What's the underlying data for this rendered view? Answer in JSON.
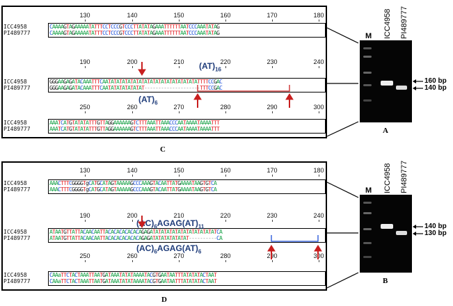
{
  "figure": {
    "panels": {
      "C": {
        "label": "C",
        "blocks": [
          {
            "ticks": [
              "130",
              "140",
              "150",
              "160",
              "170",
              "180"
            ],
            "rows": [
              {
                "name": "ICC4958",
                "seq": "CAAAAGTAGAAAAATATTTCCTCCCGTCCCTTATATAGAAATTTTTTAATCCCAAATATAG"
              },
              {
                "name": "PI489777",
                "seq": "CAAAAGTAGAAAAATATTTCCTCCCGTCCCTTATATAGAAATTTTTTAATCCCAAATATAG"
              }
            ]
          },
          {
            "ticks": [
              "190",
              "200",
              "210",
              "220",
              "230",
              "240"
            ],
            "rows": [
              {
                "name": "ICC4958",
                "seq": "GGGAAGAGATACAAATTTCAATATATATATATATATATATATATATATATATATTTTCCGAC"
              },
              {
                "name": "PI489777",
                "seq": "GGGAAGAGATACAAATTTCAATATATATATATAT--------------------TTTCCGAC"
              }
            ]
          },
          {
            "ticks": [
              "250",
              "260",
              "270",
              "280",
              "290",
              "300"
            ],
            "rows": [
              {
                "name": "ICC4958",
                "seq": "AAATCATGTATATATTTGTTAGGAAAAAAGTCTTTAAATTAAACCCAATAAAATAAAATTT"
              },
              {
                "name": "PI489777",
                "seq": "AAATCATGTATATATTTGTTAGGAAAAAAGTCTTTAAATTAAACCCAATAAAATAAAATTT"
              }
            ]
          }
        ],
        "annot_top": {
          "base": "(AT)",
          "sub": "16"
        },
        "annot_bottom": {
          "base": "(AT)",
          "sub": "6"
        }
      },
      "D": {
        "label": "D",
        "blocks": [
          {
            "ticks": [
              "130",
              "140",
              "150",
              "160",
              "170",
              "180"
            ],
            "rows": [
              {
                "name": "ICC4958",
                "seq": "AAACTTTCGGGGTgCATGCATAGTAAAAAGCCCAAAGTACAATTATGAAAATAAGTGTCA"
              },
              {
                "name": "PI489777",
                "seq": "AAACTTTCGGGGTgCATGCATAGTAAAAAGCCCAAAGTACAATTATGAAAATAAGTGTCA"
              }
            ]
          },
          {
            "ticks": [
              "190",
              "200",
              "210",
              "220",
              "230",
              "240"
            ],
            "rows": [
              {
                "name": "ICC4958",
                "seq": "ATAATGTTATTACAACAATTACACACACACACAGAGATATATATATATATATATATATATCA"
              },
              {
                "name": "PI489777",
                "seq": "ATAATGTTATTACAACAATTACACACACACACAGAGATATATATATATAT----------CA"
              }
            ]
          },
          {
            "ticks": [
              "250",
              "260",
              "270",
              "280",
              "290",
              "300"
            ],
            "rows": [
              {
                "name": "ICC4958",
                "seq": "CAAaTTCTACTAAATTAATGATAAATATATAAAATACGTGAATAATTTATATATACTAAT"
              },
              {
                "name": "PI489777",
                "seq": "CAAaTTCTACTAAATTAATGATAAATATATAAAATACGTGAATAATTTATATATACTAAT"
              }
            ]
          }
        ],
        "annot_top": {
          "p1": "(AC)",
          "s1": "6",
          "p2": "AGAG(AT)",
          "s2": "11"
        },
        "annot_bottom": {
          "p1": "(AC)",
          "s1": "6",
          "p2": "AGAG(AT)",
          "s2": "6"
        }
      }
    },
    "gels": {
      "A": {
        "label": "A",
        "marker": "M",
        "lanes": [
          "ICC4958",
          "PI489777"
        ],
        "sizes": [
          "160 bp",
          "140 bp"
        ]
      },
      "B": {
        "label": "B",
        "marker": "M",
        "lanes": [
          "ICC4958",
          "PI489777"
        ],
        "sizes": [
          "140 bp",
          "130 bp"
        ]
      }
    },
    "colors": {
      "A": "#1aa34a",
      "T": "#e3262b",
      "C": "#1c4fd8",
      "G": "#222222",
      "arrow": "#c81e1e",
      "annot": "#1f3c7a"
    }
  }
}
